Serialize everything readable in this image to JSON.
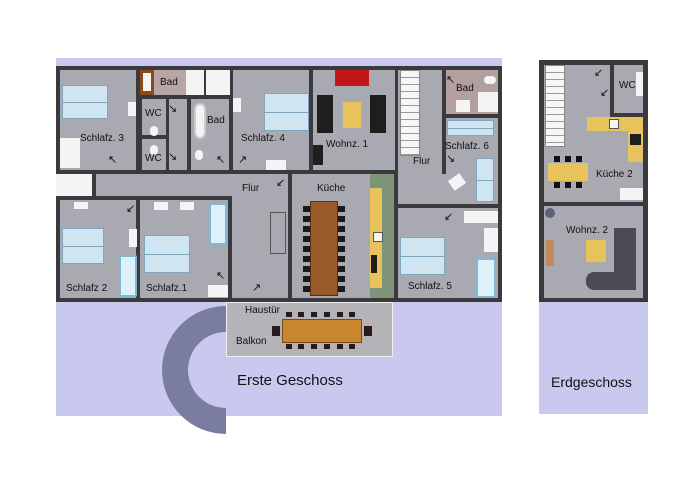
{
  "floors": {
    "upper": {
      "title": "Erste Geschoss",
      "rooms": {
        "schlafz3": "Schlafz. 3",
        "bad_top": "Bad",
        "wc_upper": "WC",
        "wc_lower": "WC",
        "bad_mid": "Bad",
        "schlafz4": "Schlafz. 4",
        "wohnz1": "Wohnz. 1",
        "bad_right": "Bad",
        "schlafz6": "Schlafz. 6",
        "flur_left": "Flur",
        "flur_right": "Flur",
        "kueche": "Küche",
        "schlafz2": "Schlafz 2",
        "schlafz1": "Schlafz.1",
        "schlafz5": "Schlafz. 5",
        "haustuer": "Haustür",
        "balkon": "Balkon"
      }
    },
    "ground": {
      "title": "Erdgeschoss",
      "rooms": {
        "wc": "WC",
        "kueche2": "Küche 2",
        "wohnz2": "Wohnz. 2"
      }
    }
  },
  "colors": {
    "yard": "#c9c9f0",
    "floor": "#a9a9b1",
    "wall": "#3a3a3e",
    "bed": "#cfe6f2",
    "sofa_red": "#c01818",
    "table_wood": "#9a5a2a",
    "counter_yellow": "#e8c25a"
  }
}
